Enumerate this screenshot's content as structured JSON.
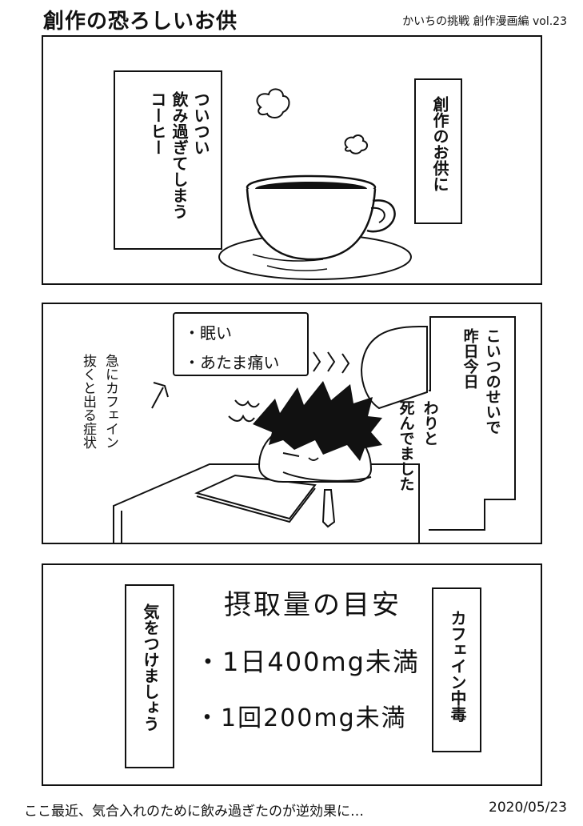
{
  "header": {
    "title": "創作の恐ろしいお供",
    "series": "かいちの挑戦 創作漫画編 vol.23"
  },
  "panel1": {
    "right_caption": "創作のお供に",
    "left_caption_line1": "ついつい",
    "left_caption_line2": "飲み過ぎてしまう",
    "left_caption_line3": "コーヒー"
  },
  "panel2": {
    "bubble_line1": "・眠い",
    "bubble_line2": "・あたま痛い",
    "right_caption_line1": "こいつのせいで",
    "right_caption_line2": "昨日今日",
    "right_caption_line3": "わりと",
    "right_caption_line4": "死んでました",
    "note_line1": "急にカフェイン",
    "note_line2": "抜くと出る症状"
  },
  "panel3": {
    "heading": "摂取量の目安",
    "item1": "・1日400mg未満",
    "item2": "・1回200mg未満",
    "left_caption": "気をつけましょう",
    "right_caption": "カフェイン中毒"
  },
  "footer": {
    "text": "ここ最近、気合入れのために飲み過ぎたのが逆効果に…",
    "date": "2020/05/23"
  }
}
